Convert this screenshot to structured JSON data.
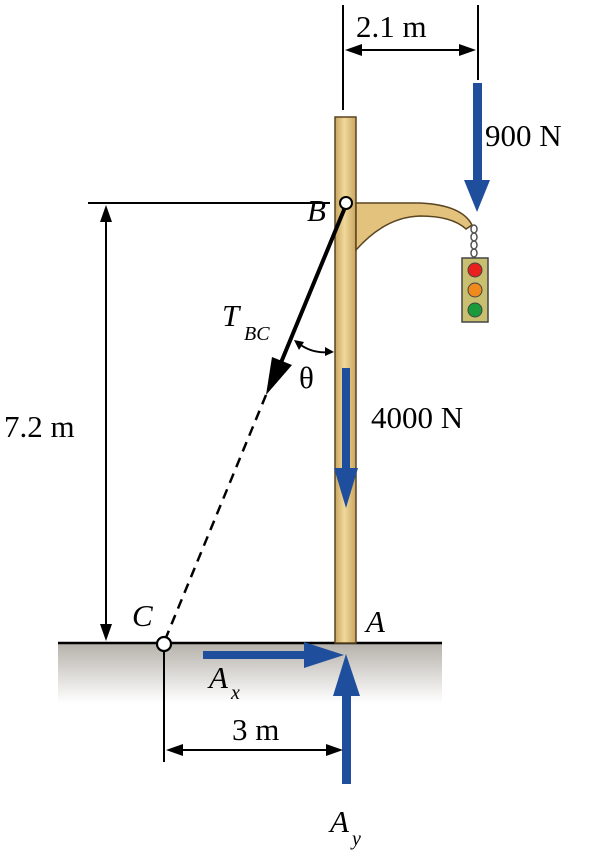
{
  "labels": {
    "dim_top": "2.1 m",
    "load_top": "900 N",
    "point_b": "B",
    "tension": "T",
    "tension_sub": "BC",
    "theta": "θ",
    "load_pole": "4000 N",
    "dim_height": "7.2 m",
    "point_c": "C",
    "point_a": "A",
    "force_ax": "A",
    "force_ax_sub": "x",
    "dim_bottom": "3 m",
    "force_ay": "A",
    "force_ay_sub": "y"
  },
  "colors": {
    "force_arrow": "#1f4e9c",
    "pole_fill": "#e3c27e",
    "pole_stroke": "#5a4420",
    "ground_top": "#b5b1aa",
    "ground_bottom": "#ffffff",
    "signal_red": "#e8201e",
    "signal_amber": "#f08a1c",
    "signal_green": "#1a9a3a",
    "signal_housing": "#c8c070"
  }
}
